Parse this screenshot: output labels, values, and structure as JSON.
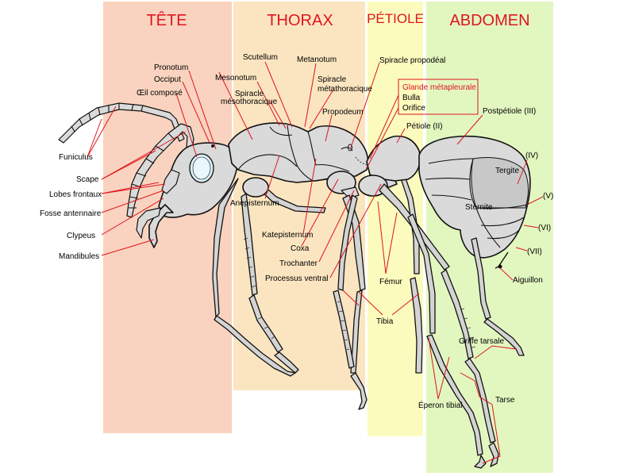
{
  "regions": {
    "head": {
      "title": "TÊTE",
      "color": "#f9d3bf"
    },
    "thorax": {
      "title": "THORAX",
      "color": "#fbe5c0"
    },
    "petiole": {
      "title": "PÉTIOLE",
      "color": "#fbfbbe"
    },
    "abdomen": {
      "title": "ABDOMEN",
      "color": "#e2f7c0"
    }
  },
  "labels": {
    "pronotum": "Pronotum",
    "occiput": "Occiput",
    "oeil_compose": "Œil composé",
    "funiculus": "Funiculus",
    "scape": "Scape",
    "lobes_frontaux": "Lobes frontaux",
    "fosse_antennaire": "Fosse antennaire",
    "clypeus": "Clypeus",
    "mandibules": "Mandibules",
    "scutellum": "Scutellum",
    "metanotum": "Metanotum",
    "mesonotum": "Mesonotum",
    "spiracle_metathoracique_1": "Spiracle",
    "spiracle_metathoracique_2": "métathoracique",
    "spiracle_mesothoracique_1": "Spiracle",
    "spiracle_mesothoracique_2": "mésothoracique",
    "propodeum": "Propodeum",
    "spiracle_propodeal": "Spiracle propodéal",
    "glande_metapleurale": "Glande métapleurale",
    "bulla": "Bulla",
    "orifice": "Orifice",
    "petiole_ii": "Pétiole (II)",
    "postpetiole_iii": "Postpétiole (III)",
    "anepisternum": "Anepisternum",
    "katepisternum": "Katepisternum",
    "coxa": "Coxa",
    "trochanter": "Trochanter",
    "processus_ventral": "Processus ventral",
    "femur": "Fémur",
    "tibia": "Tibia",
    "eperon_tibial": "Éperon tibial",
    "tergite": "Tergite",
    "sternite": "Sternite",
    "seg_iv": "(IV)",
    "seg_v": "(V)",
    "seg_vi": "(VI)",
    "seg_vii": "(VII)",
    "aiguillon": "Aiguillon",
    "griffe_tarsale": "Griffe tarsale",
    "tarse": "Tarse"
  },
  "colors": {
    "label_red": "#e0141e",
    "body_grey": "#dadada",
    "eye_blue": "#d7eef8"
  }
}
